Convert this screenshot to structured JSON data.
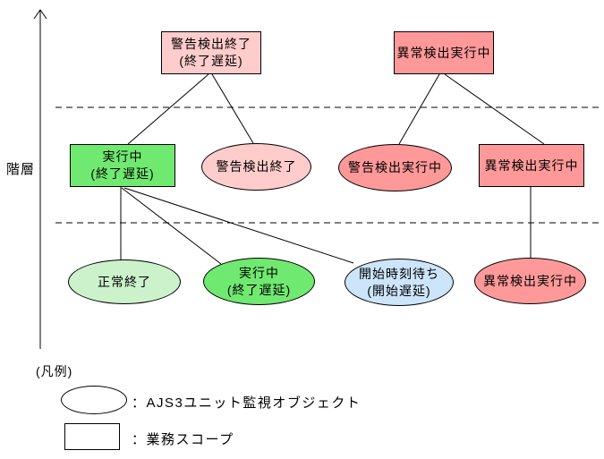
{
  "figure": {
    "axis_label": "階層",
    "nodes": {
      "top_warning_delay_box": "警告検出終了\n(終了遅延)",
      "top_error_running_box": "異常検出実行中",
      "mid_running_delay_box": "実行中\n(終了遅延)",
      "mid_warning_end_ellipse": "警告検出終了",
      "mid_warning_running_ellipse": "警告検出実行中",
      "mid_error_running_box": "異常検出実行中",
      "bottom_normal_end_ellipse": "正常終了",
      "bottom_running_delay_ellipse": "実行中\n(終了遅延)",
      "bottom_start_wait_ellipse": "開始時刻待ち\n(開始遅延)",
      "bottom_error_running_ellipse": "異常検出実行中"
    },
    "legend": {
      "title": "(凡例)",
      "items": [
        {
          "symbol": "ellipse",
          "label": "：AJS3ユニット監視オブジェクト"
        },
        {
          "symbol": "rectangle",
          "label": "：業務スコープ"
        }
      ]
    },
    "colors": {
      "light_pink": "#FFCCCC",
      "salmon_red": "#FF9999",
      "green": "#70E970",
      "light_green": "#CCF2CC",
      "light_blue": "#CCE5FA",
      "white": "#FFFFFF",
      "line": "#000000"
    }
  }
}
